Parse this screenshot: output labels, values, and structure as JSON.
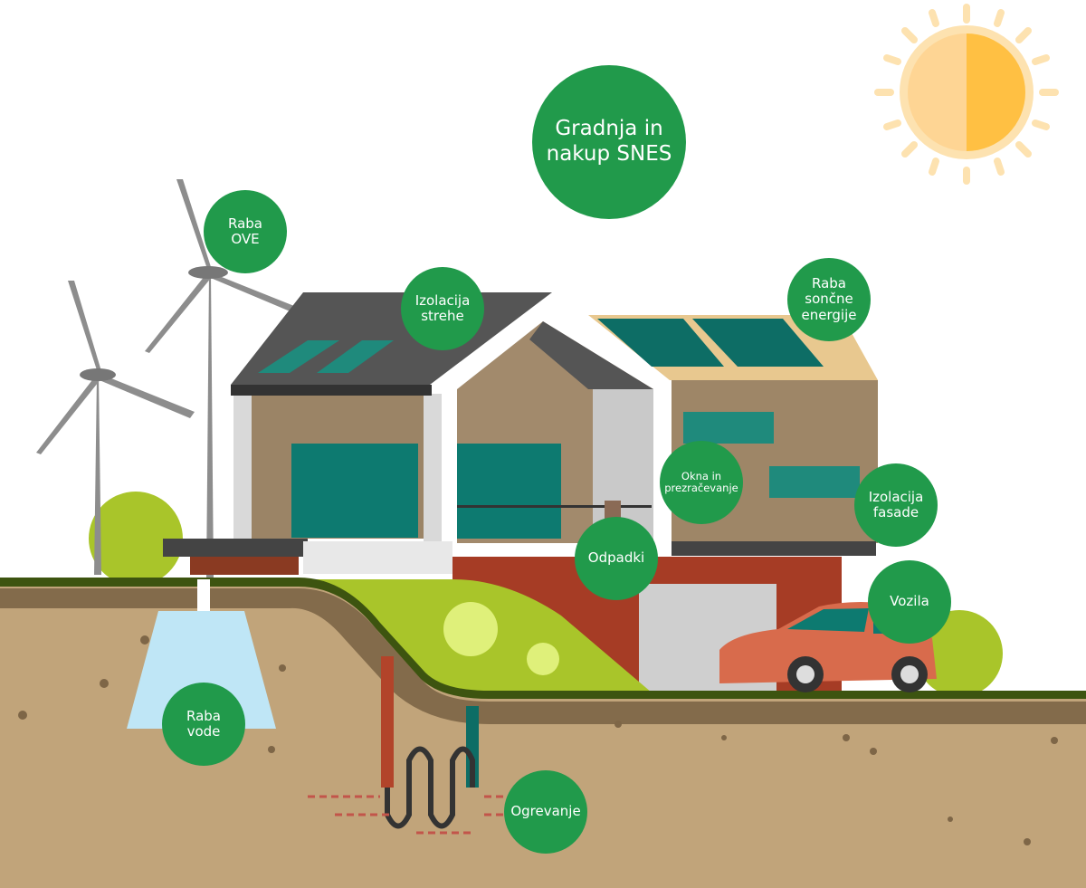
{
  "labels": {
    "main": "Gradnja in\nnakup SNES",
    "renewables": "Raba\nOVE",
    "roof_insulation": "Izolacija\nstrehe",
    "solar": "Raba\nsončne\nenergije",
    "windows": "Okna in\nprezračevanje",
    "facade": "Izolacija\nfasade",
    "waste": "Odpadki",
    "vehicles": "Vozila",
    "water": "Raba\nvode",
    "heating": "Ogrevanje"
  },
  "colors": {
    "bubble": "#219a4b",
    "soil": "#c1a47a",
    "grass": "#a9c52a",
    "sun": "#ffc043"
  }
}
